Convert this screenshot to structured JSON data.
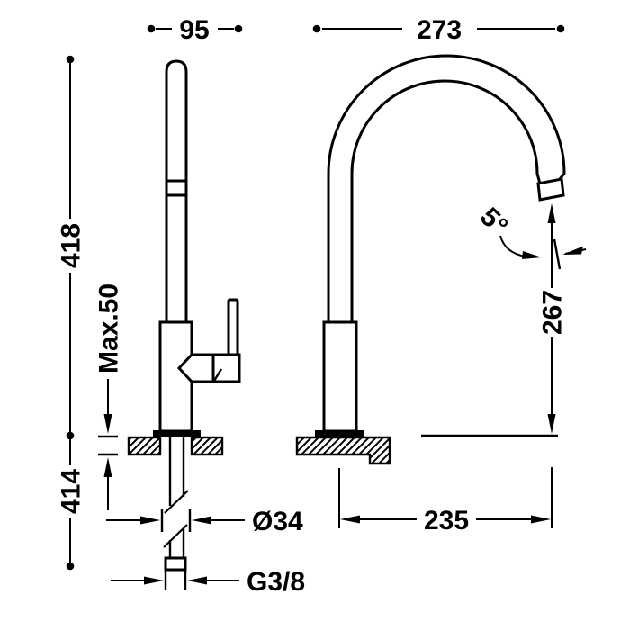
{
  "title": "faucet-technical-drawing",
  "labels": {
    "front_width": "95",
    "side_width": "273",
    "height_above_deck": "418",
    "max_deck_thickness": "Max.50",
    "below_deck_length": "414",
    "shank_diameter": "Ø34",
    "connection_thread": "G3/8",
    "spout_reach": "235",
    "outlet_height": "267",
    "outlet_angle": "5°"
  },
  "colors": {
    "line": "#000000",
    "background": "#ffffff"
  }
}
